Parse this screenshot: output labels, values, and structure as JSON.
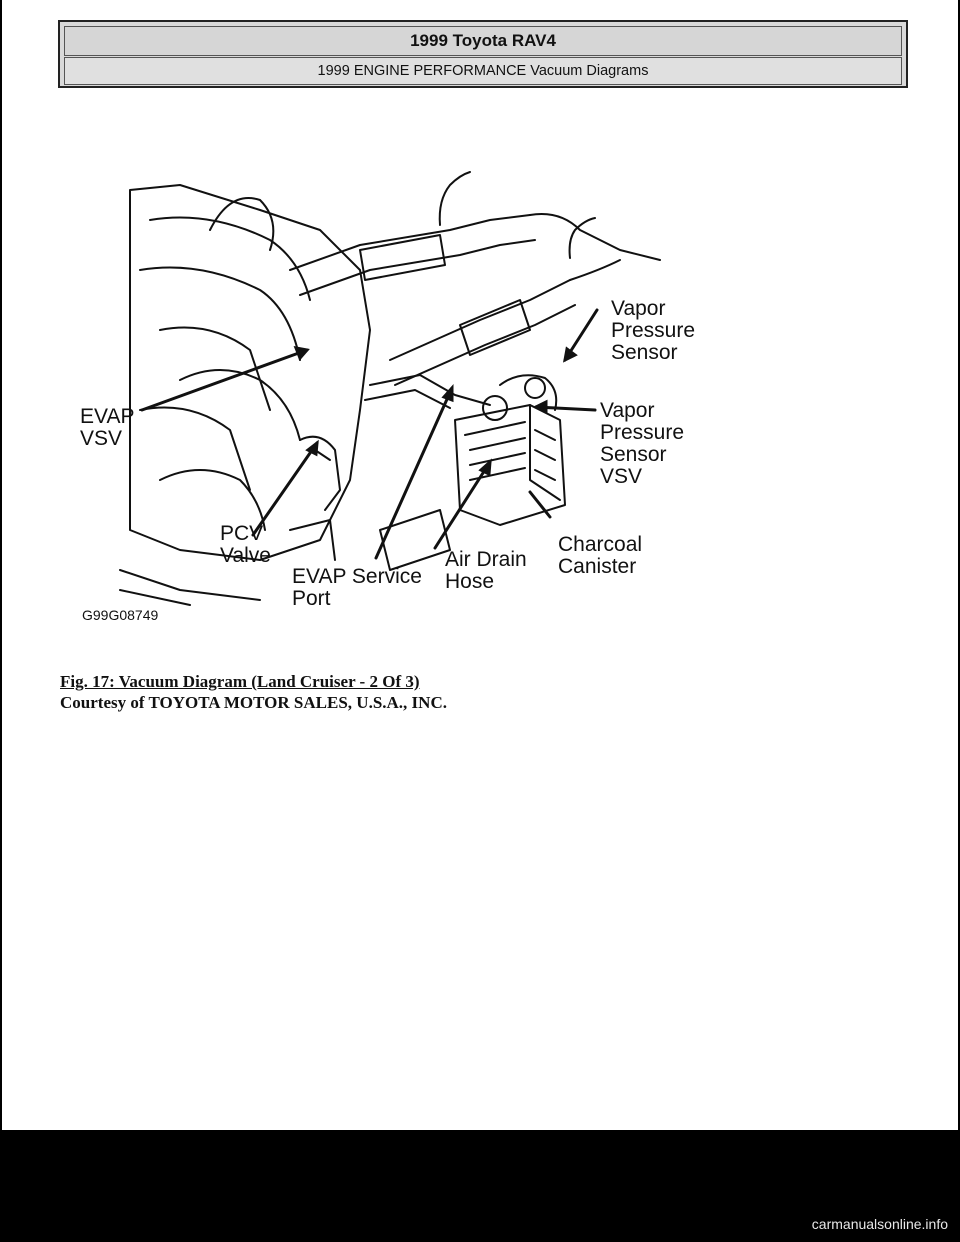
{
  "header": {
    "title": "1999 Toyota RAV4",
    "subtitle": "1999 ENGINE PERFORMANCE Vacuum Diagrams"
  },
  "diagram": {
    "code": "G99G08749",
    "labels": {
      "vapor_pressure_sensor": "Vapor\nPressure\nSensor",
      "evap_vsv": "EVAP\nVSV",
      "vapor_pressure_sensor_vsv": "Vapor\nPressure\nSensor\nVSV",
      "pcv_valve": "PCV\nValve",
      "charcoal_canister": "Charcoal\nCanister",
      "air_drain_hose": "Air Drain\nHose",
      "evap_service_port": "EVAP Service\nPort"
    }
  },
  "caption": "Fig. 17: Vacuum Diagram (Land Cruiser - 2 Of 3)",
  "courtesy": "Courtesy of TOYOTA MOTOR SALES, U.S.A., INC.",
  "footer": {
    "watermark": "carmanualsonline.info"
  }
}
